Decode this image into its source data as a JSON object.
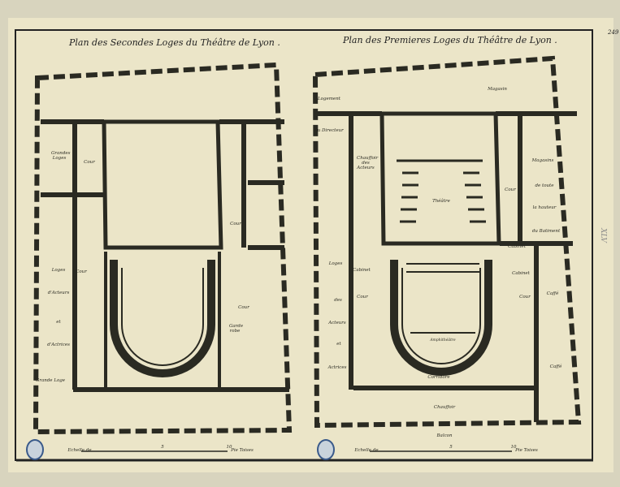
{
  "page_number": "249",
  "margin_mark": "XLV",
  "left_plan": {
    "title": "Plan des Secondes Loges du Théâtre de Lyon .",
    "labels": [
      "Grandes Loges",
      "Cour",
      "Cour",
      "Loges",
      "Cour",
      "d'Acteurs",
      "et",
      "d'Actrices",
      "Cour",
      "Garde robe",
      "Grande Loge"
    ],
    "scale": {
      "label": "Echelle de",
      "mid": "5",
      "end": "10",
      "unit": "Pie Toises"
    }
  },
  "right_plan": {
    "title": "Plan des Premieres Loges du Théâtre de Lyon .",
    "labels": [
      "Logement",
      "du Directeur",
      "Chauffoir des Acteurs",
      "Magasin",
      "Théâtre",
      "Cour",
      "Magasins",
      "de toute",
      "la hauteur",
      "du Batiment",
      "Cabinet",
      "Loges",
      "Cabinet",
      "Cabinet",
      "des",
      "Cour",
      "Cour",
      "Caffé",
      "Acteurs",
      "et",
      "Actrices",
      "Amphithéâtre",
      "Corridore",
      "Caffé",
      "Chauffoir",
      "Balcon"
    ],
    "scale": {
      "label": "Echelle de",
      "mid": "5",
      "end": "10",
      "unit": "Pie Toises"
    }
  },
  "colors": {
    "paper": "#ebe5c8",
    "ink": "#2a2a22",
    "stamp": "#3a5a8a"
  }
}
